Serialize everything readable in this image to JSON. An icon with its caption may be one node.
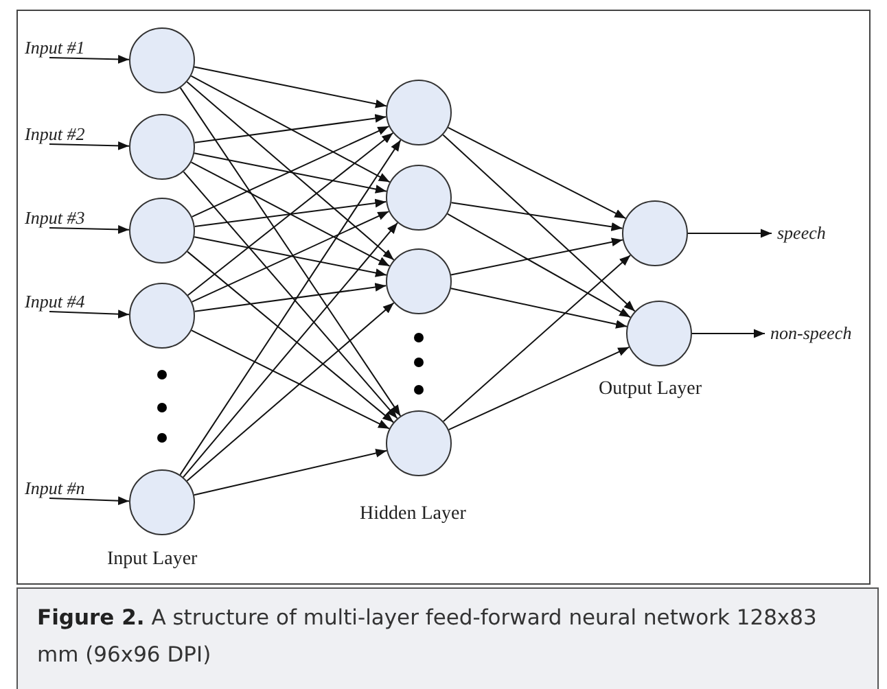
{
  "diagram": {
    "caption": "**Figure 2.** A structure of multi-layer feed-forward neural network 128x83 mm (96x96 DPI)",
    "nodes": [
      {
        "text": [
          "Input #1"
        ]
      },
      {
        "text": [
          "Input #2"
        ]
      },
      {
        "text": [
          "Input #3"
        ]
      },
      {
        "text": [
          "Input #4"
        ]
      },
      {
        "text": [
          "Input #n"
        ]
      },
      {
        "text": [],
        "shape": "circle"
      },
      {
        "text": [],
        "shape": "circle"
      },
      {
        "text": [],
        "shape": "circle"
      },
      {
        "text": [],
        "shape": "circle"
      },
      {
        "text": [],
        "shape": "circle"
      },
      {
        "text": [],
        "shape": "circle"
      },
      {
        "text": [],
        "shape": "circle"
      },
      {
        "text": [],
        "shape": "circle"
      },
      {
        "text": [],
        "shape": "circle"
      },
      {
        "text": [],
        "shape": "circle"
      },
      {
        "text": [],
        "shape": "circle"
      },
      {
        "text": [
          "speech"
        ]
      },
      {
        "text": [
          "non-speech"
        ]
      }
    ],
    "edges": [
      {
        "from": 0,
        "to": 5,
        "arrow": "to"
      },
      {
        "from": 1,
        "to": 6,
        "arrow": "to"
      },
      {
        "from": 2,
        "to": 7,
        "arrow": "to"
      },
      {
        "from": 3,
        "to": 8,
        "arrow": "to"
      },
      {
        "from": 4,
        "to": 9,
        "arrow": "to"
      },
      {
        "from": 5,
        "to": 10,
        "arrow": "to"
      },
      {
        "from": 5,
        "to": 11,
        "arrow": "to"
      },
      {
        "from": 5,
        "to": 12,
        "arrow": "to"
      },
      {
        "from": 5,
        "to": 13,
        "arrow": "to"
      },
      {
        "from": 6,
        "to": 10,
        "arrow": "to"
      },
      {
        "from": 6,
        "to": 11,
        "arrow": "to"
      },
      {
        "from": 6,
        "to": 12,
        "arrow": "to"
      },
      {
        "from": 6,
        "to": 13,
        "arrow": "to"
      },
      {
        "from": 7,
        "to": 10,
        "arrow": "to"
      },
      {
        "from": 7,
        "to": 11,
        "arrow": "to"
      },
      {
        "from": 7,
        "to": 12,
        "arrow": "to"
      },
      {
        "from": 7,
        "to": 13,
        "arrow": "to"
      },
      {
        "from": 8,
        "to": 10,
        "arrow": "to"
      },
      {
        "from": 8,
        "to": 11,
        "arrow": "to"
      },
      {
        "from": 8,
        "to": 12,
        "arrow": "to"
      },
      {
        "from": 8,
        "to": 13,
        "arrow": "to"
      },
      {
        "from": 9,
        "to": 10,
        "arrow": "to"
      },
      {
        "from": 9,
        "to": 11,
        "arrow": "to"
      },
      {
        "from": 9,
        "to": 12,
        "arrow": "to"
      },
      {
        "from": 9,
        "to": 13,
        "arrow": "to"
      },
      {
        "from": 10,
        "to": 14,
        "arrow": "to"
      },
      {
        "from": 10,
        "to": 15,
        "arrow": "to"
      },
      {
        "from": 11,
        "to": 14,
        "arrow": "to"
      },
      {
        "from": 11,
        "to": 15,
        "arrow": "to"
      },
      {
        "from": 12,
        "to": 14,
        "arrow": "to"
      },
      {
        "from": 12,
        "to": 15,
        "arrow": "to"
      },
      {
        "from": 13,
        "to": 14,
        "arrow": "to"
      },
      {
        "from": 13,
        "to": 15,
        "arrow": "to"
      },
      {
        "from": 14,
        "to": 16,
        "arrow": "to"
      },
      {
        "from": 15,
        "to": 17,
        "arrow": "to"
      }
    ],
    "labels": [
      "Output Layer",
      "Hidden Layer",
      "Input Layer"
    ]
  }
}
